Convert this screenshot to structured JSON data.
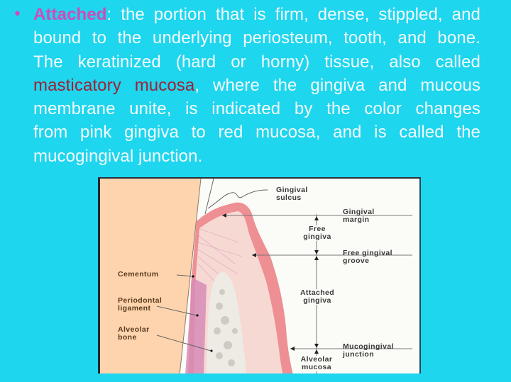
{
  "slide": {
    "background_color": "#1ed6ee",
    "text_color": "#f4fbff",
    "bullet": {
      "symbol": "•",
      "term": "Attached",
      "term_color": "#d24ab8",
      "lines": [
        {
          "pre": "",
          "term": "Attached",
          "post": ": the portion that is firm, dense, stippled, and"
        },
        {
          "text": "bound to the underlying periosteum, tooth, and bone."
        },
        {
          "text": "The keratinized (hard or horny) tissue, also called"
        },
        {
          "term2": "masticatory mucosa",
          "post": ", where the gingiva and mucous"
        },
        {
          "text": "membrane unite, is indicated by the color changes"
        },
        {
          "text": "from pink gingiva to red mucosa, and is called the"
        },
        {
          "text": "mucogingival junction."
        }
      ],
      "highlight_term_2": "masticatory mucosa",
      "highlight_term_2_color": "#9e2136"
    }
  },
  "diagram": {
    "title": "Gingiva anatomy cross-section",
    "colors": {
      "tooth": "#fdd4ad",
      "gingiva_outer": "#ee8f93",
      "gingiva_inner": "#f7d9d4",
      "ligament": "#d68cb6",
      "bone": "#eeebe4",
      "bone_trabeculae": "#cfcac2"
    },
    "labels_left": [
      {
        "id": "cementum",
        "text": "Cementum"
      },
      {
        "id": "periodontal_ligament",
        "line1": "Periodontal",
        "line2": "ligament"
      },
      {
        "id": "alveolar_bone",
        "line1": "Alveolar",
        "line2": "bone"
      }
    ],
    "labels_right": [
      {
        "id": "gingival_sulcus",
        "line1": "Gingival",
        "line2": "sulcus"
      },
      {
        "id": "gingival_margin",
        "line1": "Gingival",
        "line2": "margin"
      },
      {
        "id": "free_gingival_groove",
        "line1": "Free gingival",
        "line2": "groove"
      },
      {
        "id": "mucogingival_junction",
        "line1": "Mucogingival",
        "line2": "junction"
      }
    ],
    "labels_center": [
      {
        "id": "free_gingiva",
        "line1": "Free",
        "line2": "gingiva"
      },
      {
        "id": "attached_gingiva",
        "line1": "Attached",
        "line2": "gingiva"
      },
      {
        "id": "alveolar_mucosa",
        "line1": "Alveolar",
        "line2": "mucosa"
      }
    ]
  }
}
